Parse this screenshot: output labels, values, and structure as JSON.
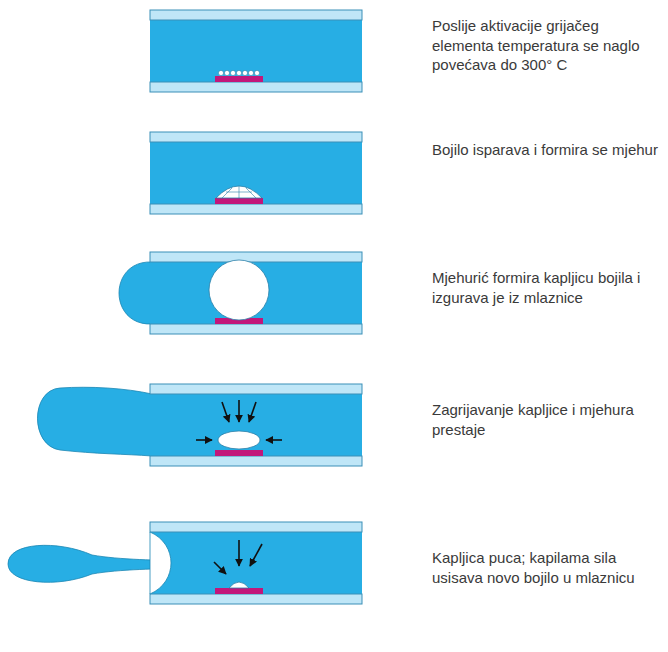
{
  "diagram": {
    "labels": [
      "Poslije aktivacije grijačeg elementa temperatura se naglo povećava do 300° C",
      "Bojilo isparava i formira se mjehur",
      "Mjehurić formira kapljicu bojila i izgurava je iz mlaznice",
      "Zagrijavanje kapljice i mjehura prestaje",
      "Kapljica puca; kapilama sila usisava novo bojilo u mlaznicu"
    ]
  }
}
